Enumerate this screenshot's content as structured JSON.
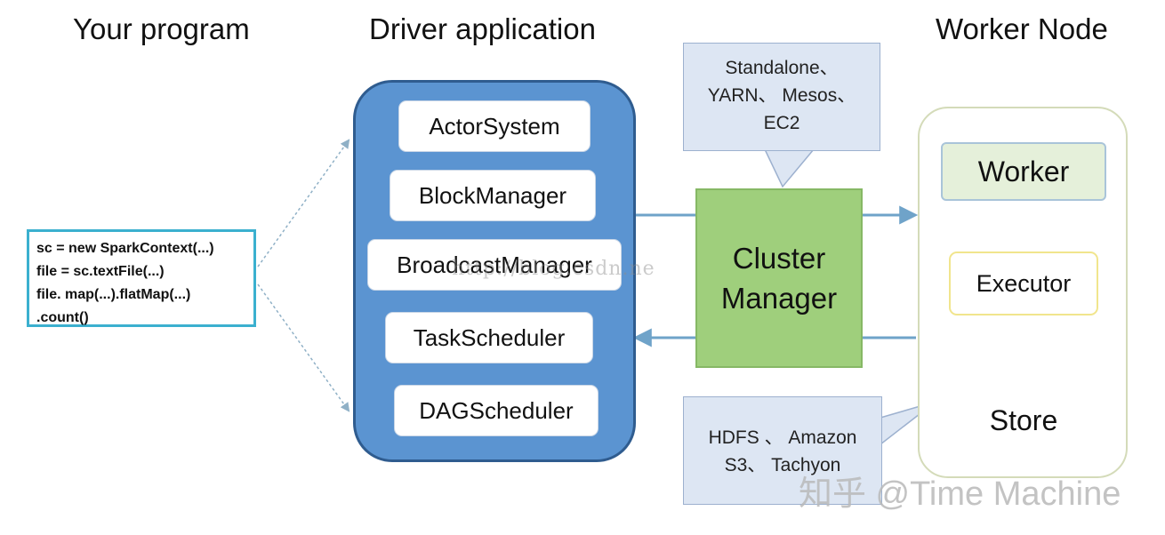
{
  "headings": {
    "program": "Your program",
    "driver": "Driver application",
    "worker_node": "Worker Node"
  },
  "code_lines": [
    "sc = new SparkContext(...)",
    "file = sc.textFile(...)",
    "file. map(...).flatMap(...)",
    ".count()"
  ],
  "driver_components": [
    "ActorSystem",
    "BlockManager",
    "BroadcastManager",
    "TaskScheduler",
    "DAGScheduler"
  ],
  "cluster_callout_lines": [
    "Standalone、",
    "YARN、 Mesos、",
    "EC2"
  ],
  "cluster_manager_lines": [
    "Cluster",
    "Manager"
  ],
  "worker": "Worker",
  "executor": "Executor",
  "store": "Store",
  "storage_callout_lines": [
    "HDFS 、 Amazon",
    "S3、 Tachyon"
  ],
  "watermark_url": "http://blog.csdn.ne",
  "watermark_brand": "知乎 @Time Machine",
  "colors": {
    "driver_fill": "#5b94d1",
    "driver_border": "#2f5c8f",
    "cluster_fill": "#9fcf7c",
    "callout_fill": "#dde6f3",
    "arrow": "#6fa3c9",
    "code_border": "#3bb0cf",
    "store_fill": "#cfcfcf"
  }
}
